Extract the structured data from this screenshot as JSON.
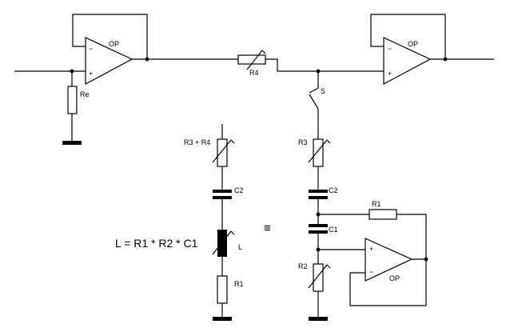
{
  "labels": {
    "op_top_left": "OP",
    "op_top_right": "OP",
    "op_bottom": "OP",
    "re": "Re",
    "r4": "R4",
    "switch": "S",
    "r3": "R3",
    "r3_plus_r4": "R3 + R4",
    "c2_left": "C2",
    "c2_right": "C2",
    "c1": "C1",
    "r1_right": "R1",
    "r1_left": "R1",
    "r2": "R2",
    "inductor": "L",
    "formula": "L = R1 * R2 * C1",
    "equivalence": "≡",
    "plus": "+",
    "minus": "−"
  }
}
